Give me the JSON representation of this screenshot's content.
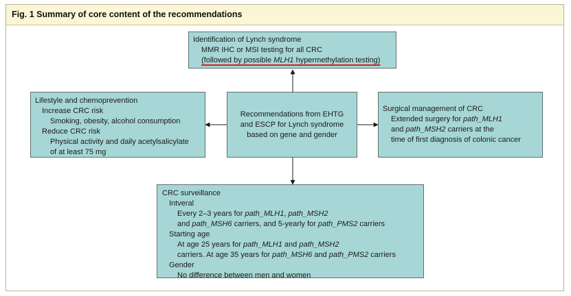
{
  "figure": {
    "title": "Fig. 1 Summary of core content of the recommendations"
  },
  "identification": {
    "heading": "Identification of Lynch syndrome",
    "line1": "MMR IHC or MSI testing for all CRC",
    "line2_pre": "(followed by possible ",
    "line2_gene": "MLH1",
    "line2_post": " hypermethylation testing)"
  },
  "center": {
    "line1": "Recommendations from EHTG",
    "line2": "and ESCP for Lynch syndrome",
    "line3": "based on gene and gender"
  },
  "lifestyle": {
    "heading": "Lifestyle and chemoprevention",
    "increase_label": "Increase CRC risk",
    "increase_items": "Smoking, obesity, alcohol consumption",
    "reduce_label": "Reduce CRC risk",
    "reduce_items_1": "Physical activity and daily acetylsalicylate",
    "reduce_items_2": "of at least 75 mg"
  },
  "surgical": {
    "heading": "Surgical management of CRC",
    "line1_pre": "Extended surgery for ",
    "line1_gene": "path_MLH1",
    "line2_pre": "and ",
    "line2_gene": "path_MSH2",
    "line2_post": " carriers at the",
    "line3": "time of first diagnosis of colonic cancer"
  },
  "surveillance": {
    "heading": "CRC surveillance",
    "interval_label": "Intveral",
    "interval_l1_pre": "Every 2–3 years for ",
    "interval_l1_g1": "path_MLH1",
    "interval_l1_mid": ", ",
    "interval_l1_g2": "path_MSH2",
    "interval_l2_pre": "and ",
    "interval_l2_g1": "path_MSH6",
    "interval_l2_mid": " carriers, and 5-yearly for ",
    "interval_l2_g2": "path_PMS2",
    "interval_l2_post": " carriers",
    "start_label": "Starting age",
    "start_l1_pre": "At age 25 years for ",
    "start_l1_g1": "path_MLH1",
    "start_l1_mid": " and ",
    "start_l1_g2": "path_MSH2",
    "start_l2_pre": "carriers. At age 35 years for ",
    "start_l2_g1": "path_MSH6",
    "start_l2_mid": " and ",
    "start_l2_g2": "path_PMS2",
    "start_l2_post": " carriers",
    "gender_label": "Gender",
    "gender_text": "No difference between men and women"
  },
  "colors": {
    "box_fill": "#a6d7d6",
    "title_bar": "#fbf6d5",
    "highlight_underline": "#d21f1f"
  }
}
